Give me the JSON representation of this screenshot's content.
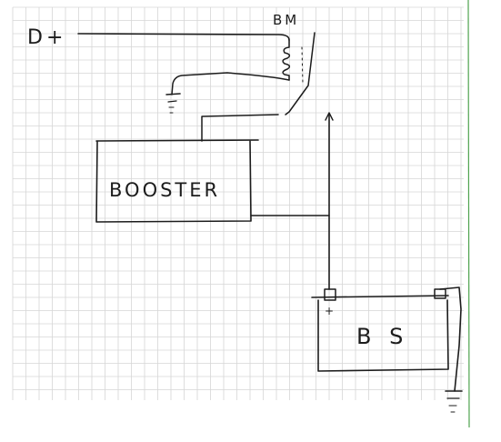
{
  "diagram": {
    "labels": {
      "d_plus": "D+",
      "relay": "BM",
      "booster": "BOOSTER",
      "battery": "B S",
      "battery_plus": "+"
    },
    "colors": {
      "paper": "#ffffff",
      "grid": "#d6d6d6",
      "ink": "#1c1c1c",
      "margin_line": "#4fa34f"
    }
  }
}
